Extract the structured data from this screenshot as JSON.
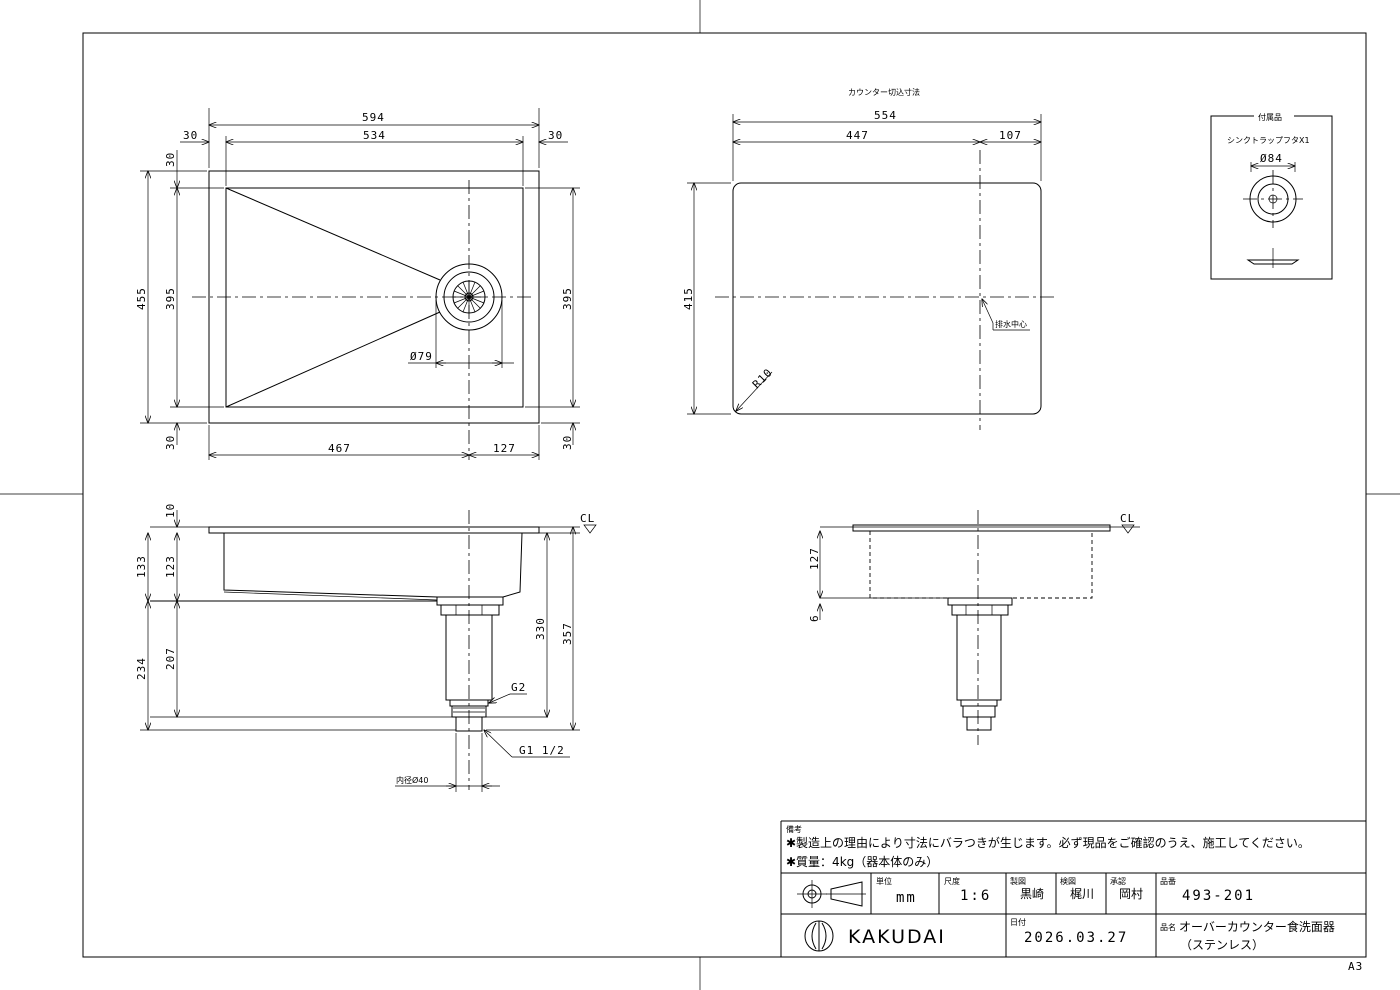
{
  "views": {
    "top": {
      "dims": {
        "overall_width": "594",
        "inner_width": "534",
        "flange_left": "30",
        "flange_right": "30",
        "flange_top": "30",
        "flange_bottom": "30",
        "overall_depth": "455",
        "inner_depth_left": "395",
        "inner_depth_right": "395",
        "drain_offset_left": "467",
        "drain_offset_right": "127",
        "drain_dia": "Ø79"
      }
    },
    "cutout": {
      "title": "カウンター切込寸法",
      "dims": {
        "width": "554",
        "drain_left": "447",
        "drain_right": "107",
        "depth": "415",
        "radius": "R10"
      },
      "drain_center_label": "排水中心"
    },
    "accessory": {
      "title": "付属品",
      "name": "シンクトラップフタX1",
      "dia": "Ø84"
    },
    "section_left": {
      "dims": {
        "flange_thk": "10",
        "bowl_total": "133",
        "bowl_inner": "123",
        "below_total": "234",
        "below_inner": "207",
        "trap_height": "330",
        "overall_height": "357",
        "thread_g2": "G2",
        "thread_g112": "G1 1/2",
        "inner_dia": "内径Ø40"
      },
      "cl": "CL"
    },
    "section_right": {
      "dims": {
        "bowl": "127",
        "gap": "6"
      },
      "cl": "CL"
    }
  },
  "title_block": {
    "notes_heading": "備考",
    "note1": "✱製造上の理由により寸法にバラつきが生じます。必ず現品をご確認のうえ、施工してください。",
    "note2": "✱質量：4kg（器本体のみ）",
    "unit_label": "単位",
    "unit_value": "mm",
    "scale_label": "尺度",
    "scale_value": "1:6",
    "drawn_label": "製図",
    "drawn_value": "黒崎",
    "checked_label": "検図",
    "checked_value": "梶川",
    "approved_label": "承認",
    "approved_value": "岡村",
    "part_no_label": "品番",
    "part_no_value": "493-201",
    "date_label": "日付",
    "date_value": "2026.03.27",
    "name_label": "品名",
    "name_value1": "オーバーカウンター食洗面器",
    "name_value2": "（ステンレス）",
    "logo": "KAKUDAI",
    "sheet_size": "A3"
  }
}
